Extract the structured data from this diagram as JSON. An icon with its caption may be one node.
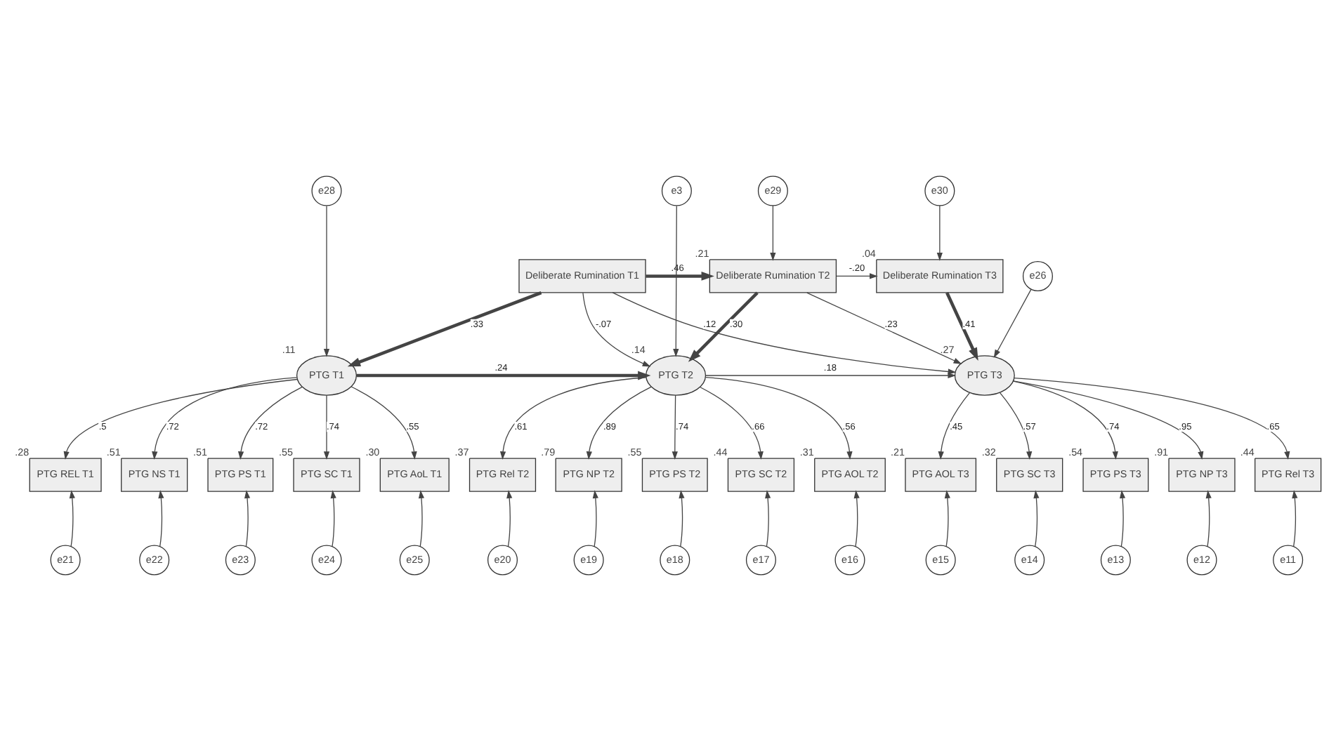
{
  "diagram": {
    "nodes": [
      {
        "text": [
          "e29"
        ]
      },
      {
        "text": [
          "e30"
        ]
      },
      {
        "text": [
          "Deliberate Rumination T1"
        ]
      },
      {
        "text": [
          "Deliberate Rumination T2"
        ],
        "beside": [
          ".21"
        ]
      },
      {
        "text": [
          "Deliberate Rumination T3"
        ],
        "beside": [
          ".04"
        ]
      },
      {
        "text": [
          "PTG REL T1"
        ],
        "beside": [
          ".28"
        ]
      },
      {
        "text": [
          "e21"
        ]
      },
      {
        "text": [
          "e28"
        ]
      },
      {
        "text": [
          "e3"
        ]
      },
      {
        "text": [
          "PTG NS T1"
        ],
        "beside": [
          ".51"
        ]
      },
      {
        "text": [
          "e22"
        ]
      },
      {
        "text": [
          "PTG T1"
        ],
        "beside": [
          ".11"
        ]
      },
      {
        "text": [
          "PTG T2"
        ],
        "beside": [
          ".14"
        ]
      },
      {
        "text": [
          "PTG T3"
        ],
        "beside": [
          ".27"
        ]
      },
      {
        "text": [
          "e26"
        ]
      },
      {
        "text": [
          "PTG PS T1"
        ],
        "beside": [
          ".51"
        ]
      },
      {
        "text": [
          "e23"
        ]
      },
      {
        "text": [
          "PTG SC T1"
        ],
        "beside": [
          ".55"
        ]
      },
      {
        "text": [
          "e24"
        ]
      },
      {
        "text": [
          "PTG AoL T1"
        ],
        "beside": [
          ".30"
        ]
      },
      {
        "text": [
          "e25"
        ]
      },
      {
        "text": [
          "PTG Rel T2"
        ],
        "beside": [
          ".37"
        ]
      },
      {
        "text": [
          "PTG NP T2"
        ],
        "beside": [
          ".79"
        ]
      },
      {
        "text": [
          "PTG PS T2"
        ],
        "beside": [
          ".55"
        ]
      },
      {
        "text": [
          "PTG SC T2"
        ],
        "beside": [
          ".44"
        ]
      },
      {
        "text": [
          "PTG AOL T2"
        ],
        "beside": [
          ".31"
        ]
      },
      {
        "text": [
          "PTG AOL T3"
        ],
        "beside": [
          ".21"
        ]
      },
      {
        "text": [
          "PTG SC T3"
        ],
        "beside": [
          ".32"
        ]
      },
      {
        "text": [
          "PTG PS T3"
        ],
        "beside": [
          ".54"
        ]
      },
      {
        "text": [
          "PTG NP T3"
        ],
        "beside": [
          ".91"
        ]
      },
      {
        "text": [
          "PTG Rel T3"
        ],
        "beside": [
          ".44"
        ]
      },
      {
        "text": [
          "e20"
        ]
      },
      {
        "text": [
          "e19"
        ]
      },
      {
        "text": [
          "e18"
        ]
      },
      {
        "text": [
          "e17"
        ]
      },
      {
        "text": [
          "e16"
        ]
      },
      {
        "text": [
          "e15"
        ]
      },
      {
        "text": [
          "e14"
        ]
      },
      {
        "text": [
          "e13"
        ]
      },
      {
        "text": [
          "e12"
        ]
      },
      {
        "text": [
          "e11"
        ]
      }
    ],
    "edges": [
      {
        "from": 0,
        "to": 3,
        "arrow": "to"
      },
      {
        "from": 1,
        "to": 4,
        "arrow": "to"
      },
      {
        "from": 2,
        "to": 3,
        "arrow": "to",
        "label": ".46",
        "style": "thick"
      },
      {
        "from": 3,
        "to": 4,
        "arrow": "to",
        "label": "-.20"
      },
      {
        "from": 2,
        "to": 11,
        "arrow": "to",
        "label": ".33",
        "style": "thick"
      },
      {
        "from": 2,
        "to": 12,
        "arrow": "to",
        "label": "-.07"
      },
      {
        "from": 2,
        "to": 13,
        "arrow": "to",
        "label": ".12"
      },
      {
        "from": 3,
        "to": 12,
        "arrow": "to",
        "label": ".30",
        "style": "thick"
      },
      {
        "from": 3,
        "to": 13,
        "arrow": "to",
        "label": ".23"
      },
      {
        "from": 4,
        "to": 13,
        "arrow": "to",
        "label": ".41",
        "style": "thick"
      },
      {
        "from": 11,
        "to": 12,
        "arrow": "to",
        "label": ".24",
        "style": "thick"
      },
      {
        "from": 12,
        "to": 13,
        "arrow": "to",
        "label": ".18"
      },
      {
        "from": 7,
        "to": 11,
        "arrow": "to"
      },
      {
        "from": 8,
        "to": 12,
        "arrow": "to"
      },
      {
        "from": 14,
        "to": 13,
        "arrow": "to"
      },
      {
        "from": 11,
        "to": 5,
        "arrow": "to",
        "label": ".5"
      },
      {
        "from": 11,
        "to": 9,
        "arrow": "to",
        "label": ".72"
      },
      {
        "from": 11,
        "to": 15,
        "arrow": "to",
        "label": ".72"
      },
      {
        "from": 11,
        "to": 17,
        "arrow": "to",
        "label": ".74"
      },
      {
        "from": 11,
        "to": 19,
        "arrow": "to",
        "label": ".55"
      },
      {
        "from": 6,
        "to": 5,
        "arrow": "to"
      },
      {
        "from": 10,
        "to": 9,
        "arrow": "to"
      },
      {
        "from": 16,
        "to": 15,
        "arrow": "to"
      },
      {
        "from": 18,
        "to": 17,
        "arrow": "to"
      },
      {
        "from": 20,
        "to": 19,
        "arrow": "to"
      },
      {
        "from": 12,
        "to": 21,
        "arrow": "to",
        "label": ".61"
      },
      {
        "from": 12,
        "to": 22,
        "arrow": "to",
        "label": ".89"
      },
      {
        "from": 12,
        "to": 23,
        "arrow": "to",
        "label": ".74"
      },
      {
        "from": 12,
        "to": 24,
        "arrow": "to",
        "label": ".66"
      },
      {
        "from": 12,
        "to": 25,
        "arrow": "to",
        "label": ".56"
      },
      {
        "from": 13,
        "to": 26,
        "arrow": "to",
        "label": ".45"
      },
      {
        "from": 13,
        "to": 27,
        "arrow": "to",
        "label": ".57"
      },
      {
        "from": 13,
        "to": 28,
        "arrow": "to",
        "label": ".74"
      },
      {
        "from": 13,
        "to": 29,
        "arrow": "to",
        "label": ".95"
      },
      {
        "from": 13,
        "to": 30,
        "arrow": "to",
        "label": ".65"
      },
      {
        "from": 31,
        "to": 21,
        "arrow": "to"
      },
      {
        "from": 32,
        "to": 22,
        "arrow": "to"
      },
      {
        "from": 33,
        "to": 23,
        "arrow": "to"
      },
      {
        "from": 34,
        "to": 24,
        "arrow": "to"
      },
      {
        "from": 35,
        "to": 25,
        "arrow": "to"
      },
      {
        "from": 36,
        "to": 26,
        "arrow": "to"
      },
      {
        "from": 37,
        "to": 27,
        "arrow": "to"
      },
      {
        "from": 38,
        "to": 28,
        "arrow": "to"
      },
      {
        "from": 39,
        "to": 29,
        "arrow": "to"
      },
      {
        "from": 40,
        "to": 30,
        "arrow": "to"
      }
    ]
  }
}
